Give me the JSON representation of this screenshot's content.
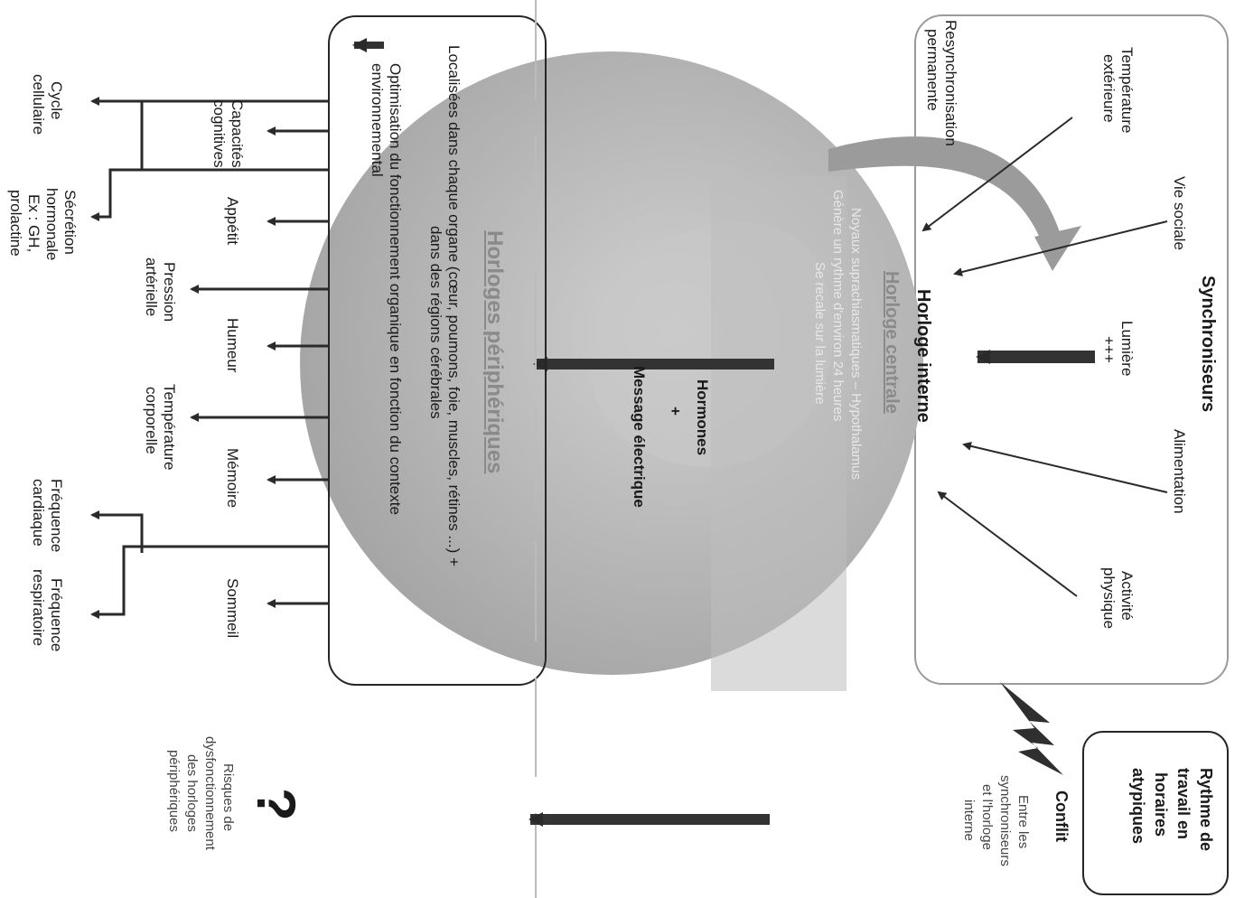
{
  "synchronizers": {
    "title": "Synchroniseurs",
    "temperature_line1": "Température",
    "temperature_line2": "extérieure",
    "social_line1": "Vie sociale",
    "light_line1": "Lumière",
    "light_line2": "+++",
    "food_line1": "Alimentation",
    "activity_line1": "Activité",
    "activity_line2": "physique"
  },
  "resync": {
    "line1": "Resynchronisation",
    "line2": "permanente"
  },
  "internal_clock": {
    "title": "Horloge interne",
    "central_title": "Horloge centrale",
    "central_desc_line1": "Noyaux suprachiasmatiques – Hypothalamus",
    "central_desc_line2": "Génère un rythme d'environ 24 heures",
    "central_desc_line3": "Se recale sur la lumière",
    "hormones": "Hormones",
    "plus": "+",
    "electric": "Message électrique"
  },
  "peripheral": {
    "title": "Horloges périphériques",
    "desc_line1": "Localisées dans chaque organe (cœur, poumons, foie, muscles, rétines ...) +",
    "desc_line2": "dans des régions cérébrales",
    "result_line1": "Optimisation du fonctionnement organique en fonction du contexte",
    "result_line2": "environnemental"
  },
  "functions_inner": {
    "cognitive_l1": "Capacités",
    "cognitive_l2": "cognitives",
    "appetite": "Appétit",
    "mood": "Humeur",
    "memory": "Mémoire",
    "sleep": "Sommeil"
  },
  "functions_middle": {
    "bp_l1": "Pression",
    "bp_l2": "artérielle",
    "temp_l1": "Température",
    "temp_l2": "corporelle"
  },
  "functions_outer": {
    "cycle_l1": "Cycle",
    "cycle_l2": "cellulaire",
    "hormone_l1": "Sécrétion",
    "hormone_l2": "hormonale",
    "hormone_l3": "Ex : GH,",
    "hormone_l4": "prolactine",
    "heart_l1": "Fréquence",
    "heart_l2": "cardiaque",
    "resp_l1": "Fréquence",
    "resp_l2": "respiratoire"
  },
  "work": {
    "line1": "Rythme de",
    "line2": "travail en",
    "line3": "horaires",
    "line4": "atypiques"
  },
  "conflict": {
    "title": "Conflit",
    "line1": "Entre les",
    "line2": "synchroniseurs",
    "line3": "et l'horloge",
    "line4": "interne"
  },
  "risk": {
    "mark": "?",
    "line1": "Risques de",
    "line2": "dysfonctionnement",
    "line3": "des horloges",
    "line4": "périphériques"
  },
  "colors": {
    "arrow": "#3a3a3a",
    "box_border": "#262626",
    "sync_border": "#9a9a9a",
    "sphere": "#b5b5b5"
  }
}
